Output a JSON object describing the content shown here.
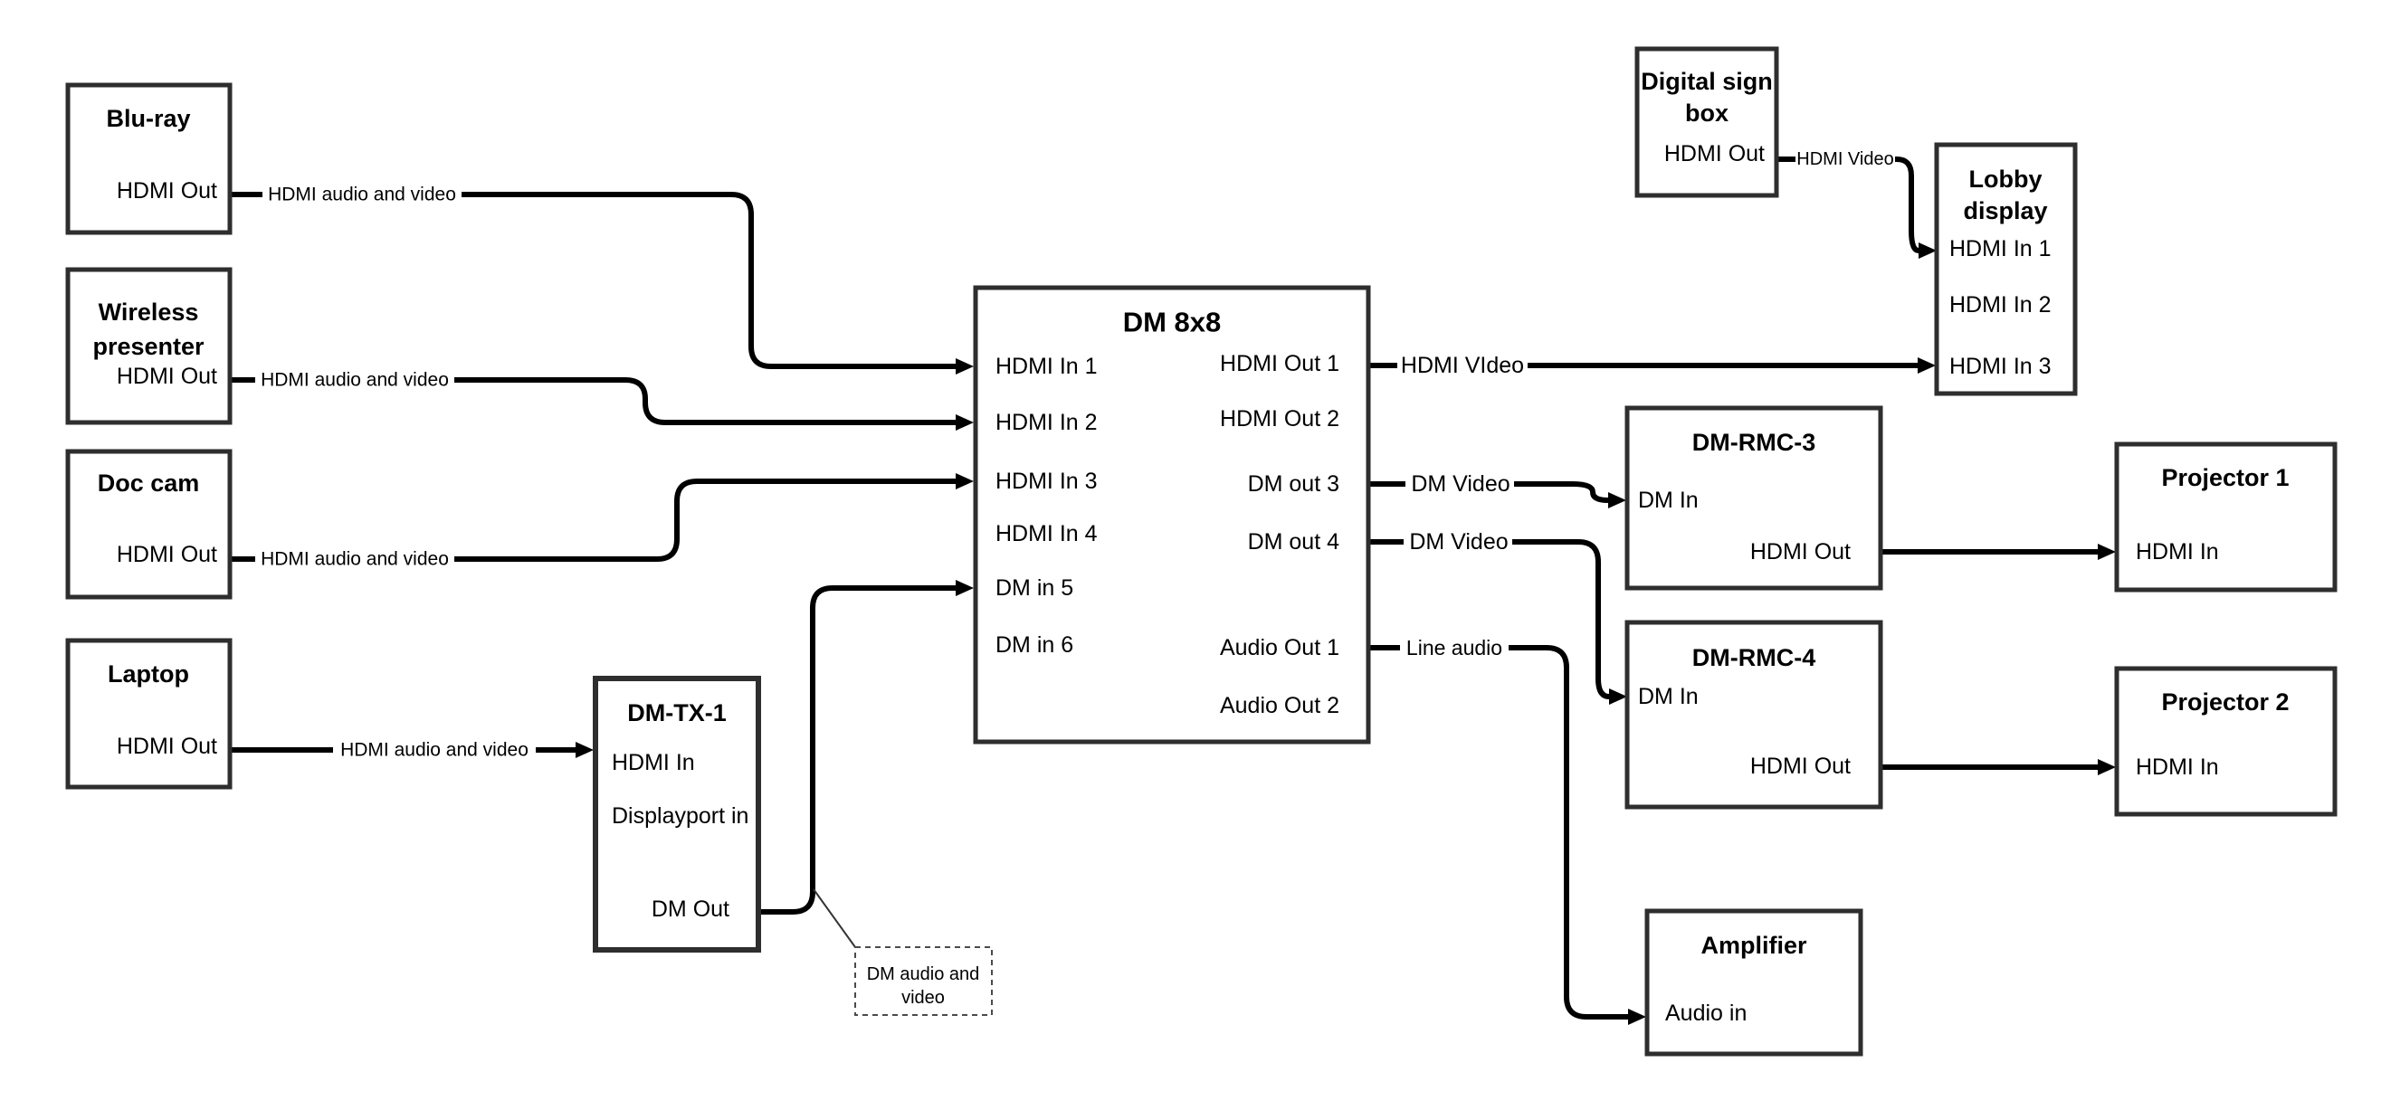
{
  "colors": {
    "background": "#ffffff",
    "box_border": "#2e2e2e",
    "wire": "#000000",
    "text": "#000000"
  },
  "boxes": {
    "blu_ray": {
      "title": "Blu-ray",
      "port_hdmi_out": "HDMI Out"
    },
    "wireless": {
      "title_line1": "Wireless",
      "title_line2": "presenter",
      "port_hdmi_out": "HDMI Out"
    },
    "doc_cam": {
      "title": "Doc cam",
      "port_hdmi_out": "HDMI Out"
    },
    "laptop": {
      "title": "Laptop",
      "port_hdmi_out": "HDMI Out"
    },
    "dm_tx_1": {
      "title": "DM-TX-1",
      "port_hdmi_in": "HDMI In",
      "port_displayport_in": "Displayport in",
      "port_dm_out": "DM Out"
    },
    "dm_8x8": {
      "title": "DM 8x8",
      "port_hdmi_in_1": "HDMI In 1",
      "port_hdmi_in_2": "HDMI In 2",
      "port_hdmi_in_3": "HDMI In 3",
      "port_hdmi_in_4": "HDMI In 4",
      "port_dm_in_5": "DM in 5",
      "port_dm_in_6": "DM in 6",
      "port_hdmi_out_1": "HDMI Out 1",
      "port_hdmi_out_2": "HDMI Out 2",
      "port_dm_out_3": "DM out 3",
      "port_dm_out_4": "DM out 4",
      "port_audio_out_1": "Audio Out 1",
      "port_audio_out_2": "Audio Out 2"
    },
    "digital_sign_box": {
      "title_line1": "Digital sign",
      "title_line2": "box",
      "port_hdmi_out": "HDMI Out"
    },
    "lobby_display": {
      "title_line1": "Lobby",
      "title_line2": "display",
      "port_hdmi_in_1": "HDMI In 1",
      "port_hdmi_in_2": "HDMI In 2",
      "port_hdmi_in_3": "HDMI In 3"
    },
    "dm_rmc_3": {
      "title": "DM-RMC-3",
      "port_dm_in": "DM In",
      "port_hdmi_out": "HDMI Out"
    },
    "dm_rmc_4": {
      "title": "DM-RMC-4",
      "port_dm_in": "DM In",
      "port_hdmi_out": "HDMI Out"
    },
    "projector_1": {
      "title": "Projector 1",
      "port_hdmi_in": "HDMI In"
    },
    "projector_2": {
      "title": "Projector 2",
      "port_hdmi_in": "HDMI In"
    },
    "amplifier": {
      "title": "Amplifier",
      "port_audio_in": "Audio in"
    }
  },
  "wire_labels": {
    "blu_ray_to_dm8x8": "HDMI audio and video",
    "wireless_to_dm8x8": "HDMI audio and video",
    "doc_cam_to_dm8x8": "HDMI audio and video",
    "laptop_to_dm_tx_1": "HDMI audio and video",
    "hdmi_out_1_to_lobby": "HDMI VIdeo",
    "dm_out_3_to_rmc3": "DM Video",
    "dm_out_4_to_rmc4": "DM Video",
    "audio_out_1_to_amp": "Line audio",
    "sign_to_lobby": "HDMI Video"
  },
  "callout": {
    "line1": "DM audio and",
    "line2": "video"
  }
}
